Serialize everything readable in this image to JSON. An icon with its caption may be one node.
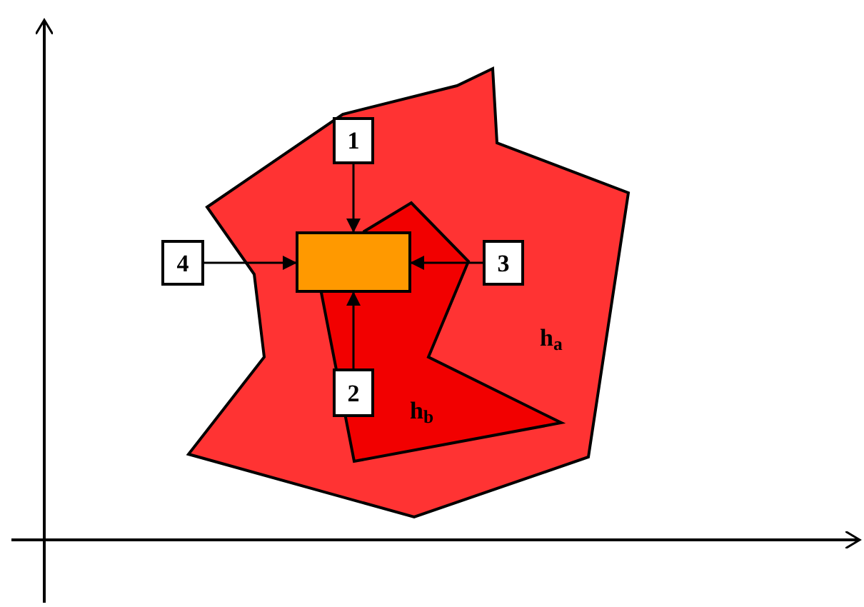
{
  "diagram": {
    "nodes": [
      {
        "text": [
          "h$_{a}$"
        ]
      },
      {
        "text": [
          "h$_{b}$"
        ],
        "in": 0
      },
      {
        "text": [],
        "shape": "box",
        "in": 0
      },
      {
        "text": [
          "1"
        ],
        "in": 0
      },
      {
        "text": [
          "2"
        ],
        "in": 1
      },
      {
        "text": [
          "3"
        ],
        "in": 0
      },
      {
        "text": [
          "4"
        ]
      }
    ],
    "edges": [
      {
        "from": 3,
        "to": 2,
        "arrow": "to"
      },
      {
        "from": 4,
        "to": 2,
        "arrow": "to"
      },
      {
        "from": 5,
        "to": 2,
        "arrow": "to"
      },
      {
        "from": 6,
        "to": 2,
        "arrow": "to"
      }
    ]
  }
}
